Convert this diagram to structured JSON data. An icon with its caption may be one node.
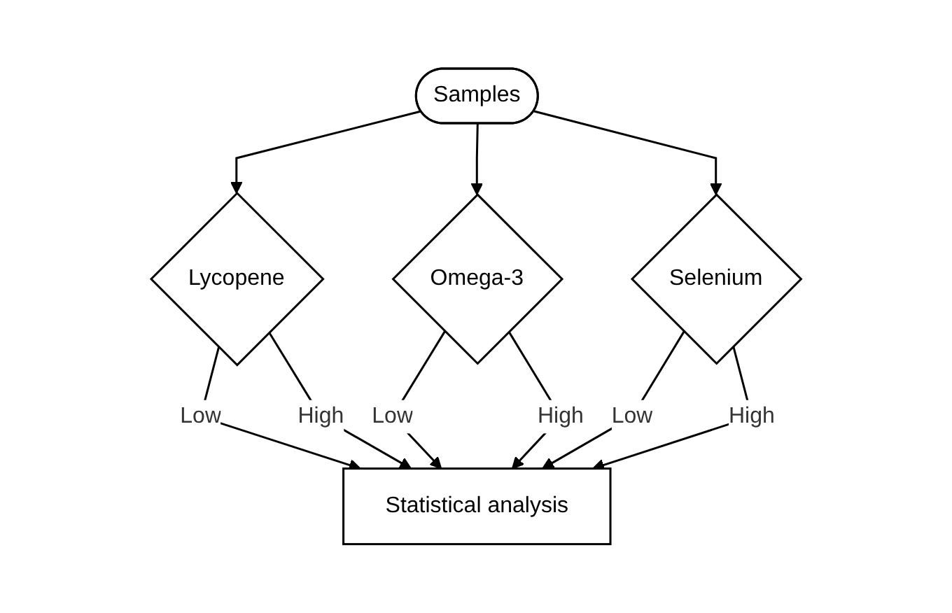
{
  "diagram": {
    "nodes": [
      {
        "text": [
          "Samples"
        ]
      },
      {
        "text": [
          "Lycopene"
        ]
      },
      {
        "text": [
          "Omega-3"
        ]
      },
      {
        "text": [
          "Selenium"
        ]
      },
      {
        "text": [
          "Statistical analysis"
        ]
      }
    ],
    "edges": [
      {
        "from": 0,
        "to": 1,
        "arrow": "to"
      },
      {
        "from": 0,
        "to": 2,
        "arrow": "to"
      },
      {
        "from": 0,
        "to": 3,
        "arrow": "to"
      },
      {
        "from": 1,
        "to": 4,
        "label": "Low",
        "arrow": "to"
      },
      {
        "from": 1,
        "to": 4,
        "label": "High",
        "arrow": "to"
      },
      {
        "from": 2,
        "to": 4,
        "label": "Low",
        "arrow": "to"
      },
      {
        "from": 2,
        "to": 4,
        "label": "High",
        "arrow": "to"
      },
      {
        "from": 3,
        "to": 4,
        "label": "Low",
        "arrow": "to"
      },
      {
        "from": 3,
        "to": 4,
        "label": "High",
        "arrow": "to"
      }
    ]
  }
}
